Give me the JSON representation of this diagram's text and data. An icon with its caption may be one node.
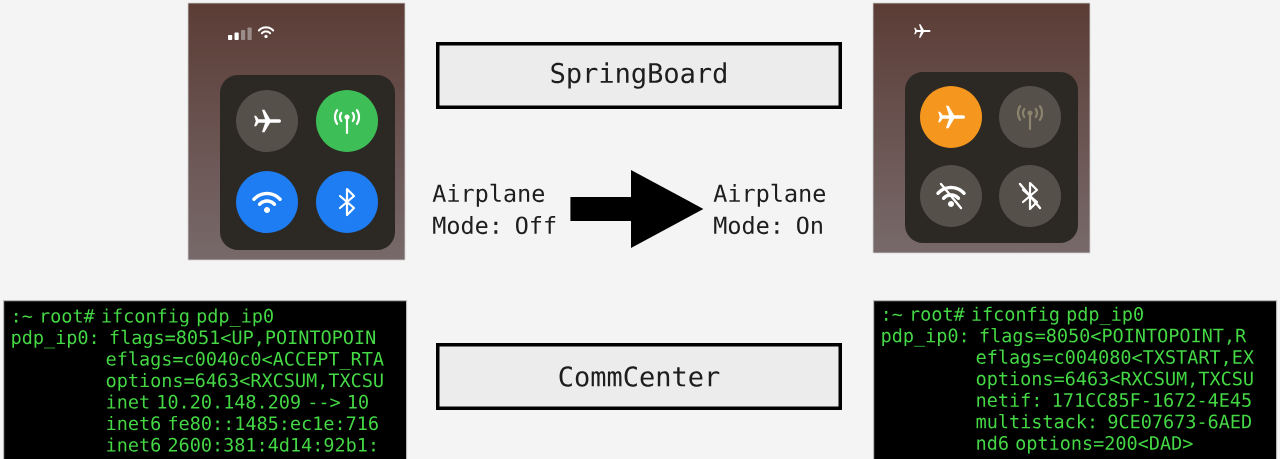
{
  "diagram": {
    "nodes": [
      {
        "text": [
          "SpringBoard"
        ]
      },
      {
        "text": [
          "Airplane Mode: Off"
        ]
      },
      {
        "text": [
          "Airplane Mode: On"
        ]
      },
      {
        "text": [
          ":~ root# ifconfig pdp_ip0",
          "pdp_ip0: flags=8051<UP,POINTOPOIN",
          "eflags=c0040c0<ACCEPT_RTA",
          "options=6463<RXCSUM,TXCSU",
          "inet 10.20.148.209 --> 10",
          "inet6 fe80::1485:ec1e:716",
          "inet6 2600:381:4d14:92b1:"
        ]
      },
      {
        "text": [
          "CommCenter"
        ]
      },
      {
        "text": [
          ":~ root# ifconfig pdp_ip0",
          "pdp_ip0: flags=8050<POINTOPOINT,R",
          "eflags=c004080<TXSTART,EX",
          "options=6463<RXCSUM,TXCSU",
          "netif: 171CC85F-1672-4E45",
          "multistack: 9CE07673-6AED",
          "nd6 options=200<DAD>"
        ]
      }
    ],
    "edges": [
      {
        "from": 1,
        "to": 2,
        "arrow": "to"
      }
    ]
  }
}
